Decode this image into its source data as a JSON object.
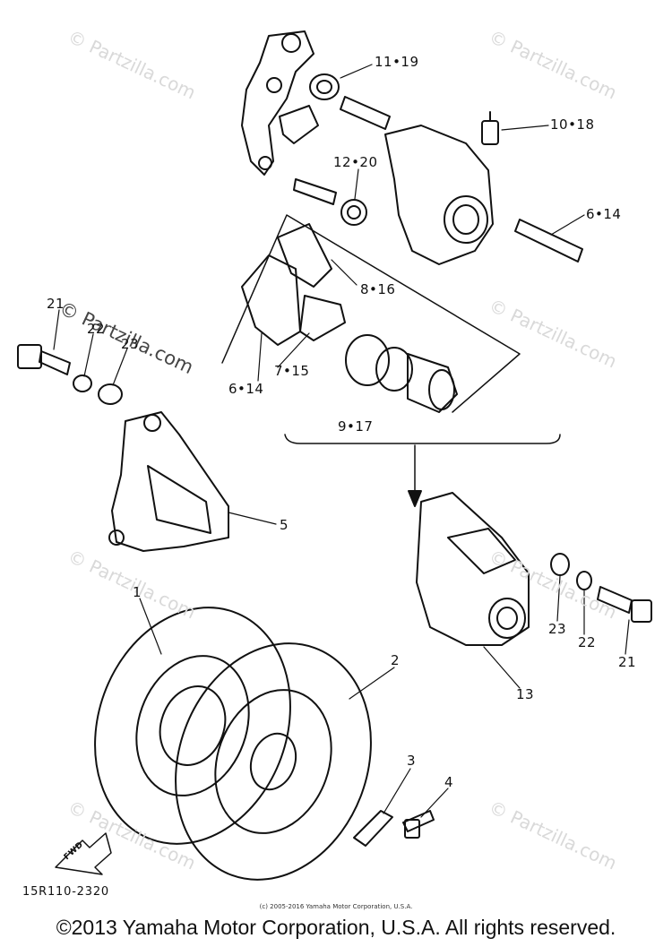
{
  "watermark": "© Partzilla.com",
  "diagram_code": "15R110-2320",
  "small_copyright": "(c) 2005-2016 Yamaha Motor Corporation, U.S.A.",
  "footer_copyright": "©2013 Yamaha Motor Corporation, U.S.A. All rights reserved.",
  "fwd_label": "FWD",
  "callouts": {
    "c1": "1",
    "c2": "2",
    "c3": "3",
    "c4": "4",
    "c5": "5",
    "c13": "13",
    "c21a": "21",
    "c22a": "22",
    "c23a": "23",
    "c21b": "21",
    "c22b": "22",
    "c23b": "23",
    "c6_14a": "6•14",
    "c6_14b": "6•14",
    "c7_15": "7•15",
    "c8_16": "8•16",
    "c9_17": "9•17",
    "c10_18": "10•18",
    "c11_19": "11•19",
    "c12_20": "12•20"
  }
}
